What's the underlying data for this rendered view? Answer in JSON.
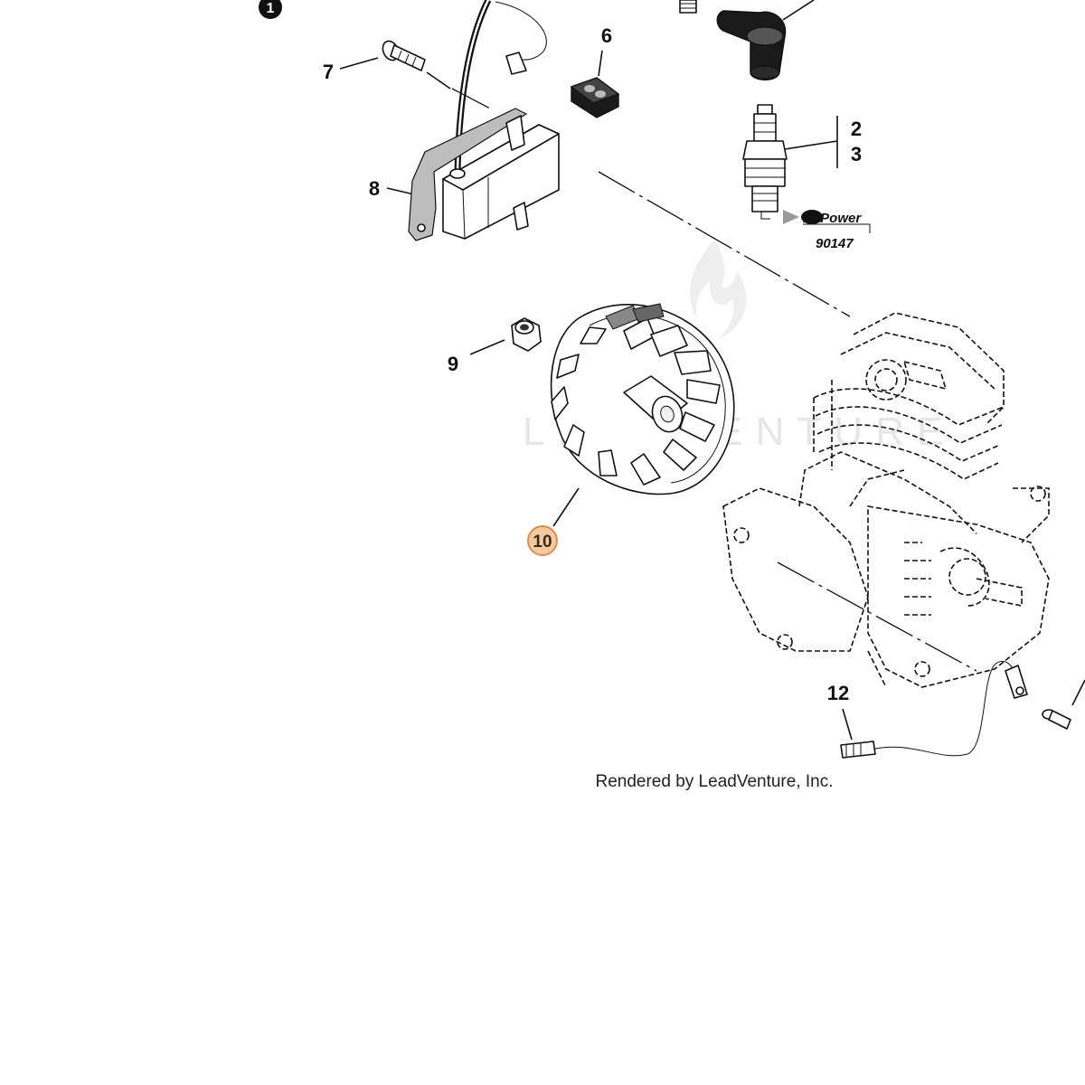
{
  "diagram": {
    "callouts": {
      "c1": "1",
      "c2": "2",
      "c3": "3",
      "c6": "6",
      "c7": "7",
      "c8": "8",
      "c9": "9",
      "c10": "10",
      "c12": "12"
    },
    "highlighted_callout": "10",
    "repower": {
      "brand": "RePower",
      "part_number": "90147"
    },
    "footer": "Rendered by LeadVenture, Inc.",
    "watermark": "LEADVENTURE",
    "colors": {
      "highlight_fill": "#f5c9a0",
      "highlight_stroke": "#d9904a",
      "ink": "#111111"
    }
  }
}
